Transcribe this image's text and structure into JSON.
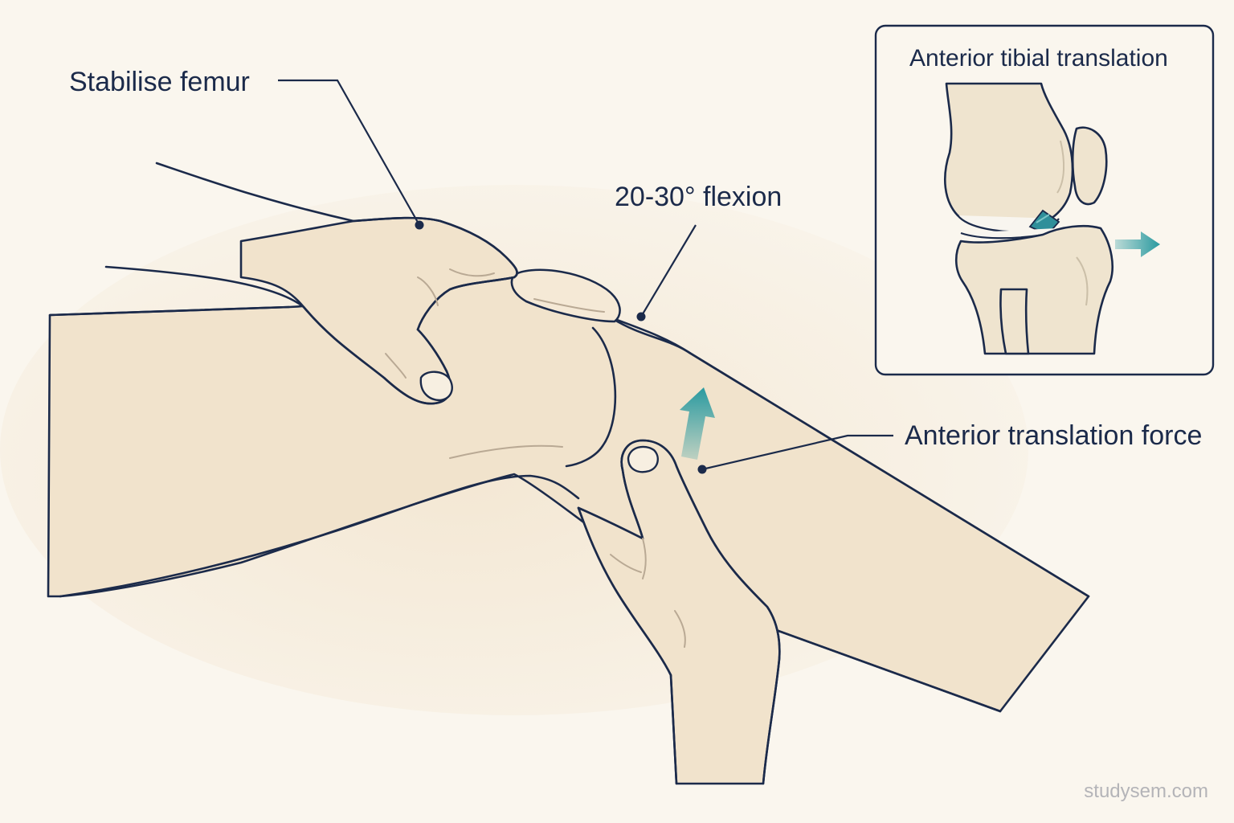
{
  "labels": {
    "stabilise_femur": "Stabilise femur",
    "flexion": "20-30° flexion",
    "anterior_force": "Anterior translation force"
  },
  "inset": {
    "title": "Anterior tibial translation"
  },
  "watermark": "studysem.com",
  "colors": {
    "ink": "#1b2a4a",
    "skin": "#f1e3cc",
    "background": "#faf6ee",
    "arrow_teal": "#2a9aa0",
    "ligament_teal": "#2f8f9a"
  },
  "icons": [
    "up-arrow-icon",
    "right-arrow-icon"
  ]
}
